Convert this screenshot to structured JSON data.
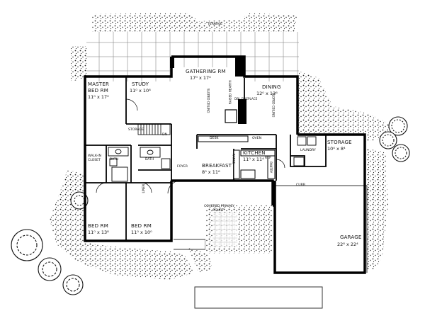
{
  "plan": {
    "rooms": {
      "terrace": {
        "name": "TERRACE"
      },
      "gathering": {
        "name": "GATHERING RM",
        "dim": "17⁰ x 17⁴"
      },
      "master": {
        "name1": "MASTER",
        "name2": "BED RM",
        "dim": "11⁰ x 17⁰"
      },
      "study": {
        "name": "STUDY",
        "dim": "11⁰ x 10⁸"
      },
      "dining": {
        "name": "DINING",
        "dim": "12⁰ x 13⁶"
      },
      "storage": {
        "name": "STORAGE",
        "dim": "10⁴ x 8⁴"
      },
      "laundry": {
        "name": "LAUNDRY"
      },
      "kitchen": {
        "name": "KITCHEN",
        "dim": "11⁰ x 11⁴"
      },
      "breakfast": {
        "name": "BREAKFAST",
        "dim": "8⁰ x 11⁶"
      },
      "foyer": {
        "name": "FOYER"
      },
      "bath1": {
        "name": "BATH"
      },
      "bath2": {
        "name": "BATH"
      },
      "walkin": {
        "name1": "WALK-IN",
        "name2": "CLOSET"
      },
      "bed2": {
        "name": "BED RM",
        "dim": "11⁰ x 13⁸"
      },
      "bed3": {
        "name": "BED RM",
        "dim": "11⁰ x 10⁰"
      },
      "court": {
        "name1": "COVERED PRIVACY",
        "name2": "COURT"
      },
      "garage": {
        "name": "GARAGE",
        "dim": "22⁸ x 22⁴"
      }
    },
    "notes": {
      "sloped_ceiling_1": "SLOPED CEILING",
      "sloped_ceiling_2": "SLOPED CEILING",
      "raised_hearth": "RAISED HEARTH",
      "dbl_fireplace": "DBL FIREPLACE",
      "storage_under_stair": "STORAGE",
      "dn": "DN",
      "desk": "DESK",
      "oven": "OVEN",
      "range": "RANGE",
      "ref": "REF",
      "pantry": "PANTRY",
      "linen": "LINEN",
      "curb": "CURB"
    }
  }
}
